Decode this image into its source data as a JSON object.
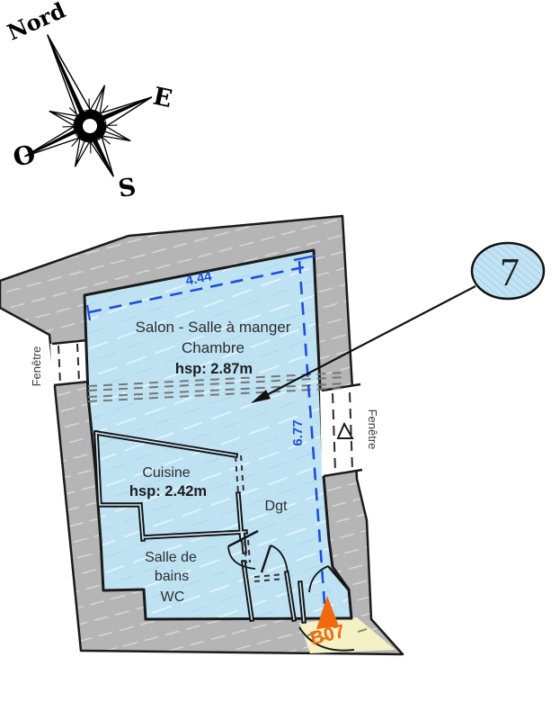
{
  "compass": {
    "north": "Nord",
    "east": "E",
    "west": "O",
    "south": "S"
  },
  "callout": {
    "number": "7"
  },
  "rooms": {
    "salon": {
      "line1": "Salon - Salle à manger",
      "line2": "Chambre",
      "height": "hsp: 2.87m"
    },
    "cuisine": {
      "name": "Cuisine",
      "height": "hsp: 2.42m"
    },
    "dgt": {
      "name": "Dgt"
    },
    "bath": {
      "line1": "Salle de",
      "line2": "bains",
      "line3": "WC"
    }
  },
  "windows": {
    "left": "Fenêtre",
    "right": "Fenêtre"
  },
  "dimensions": {
    "width": "4.44",
    "height": "6.77"
  },
  "unit_label": "B07",
  "colors": {
    "room_fill": "#bfe2f3",
    "wall_fill": "#b5b5b5",
    "dimension_blue": "#1d4fd7",
    "accent_orange": "#f2690d",
    "landing_yellow": "#f5f0c5"
  }
}
